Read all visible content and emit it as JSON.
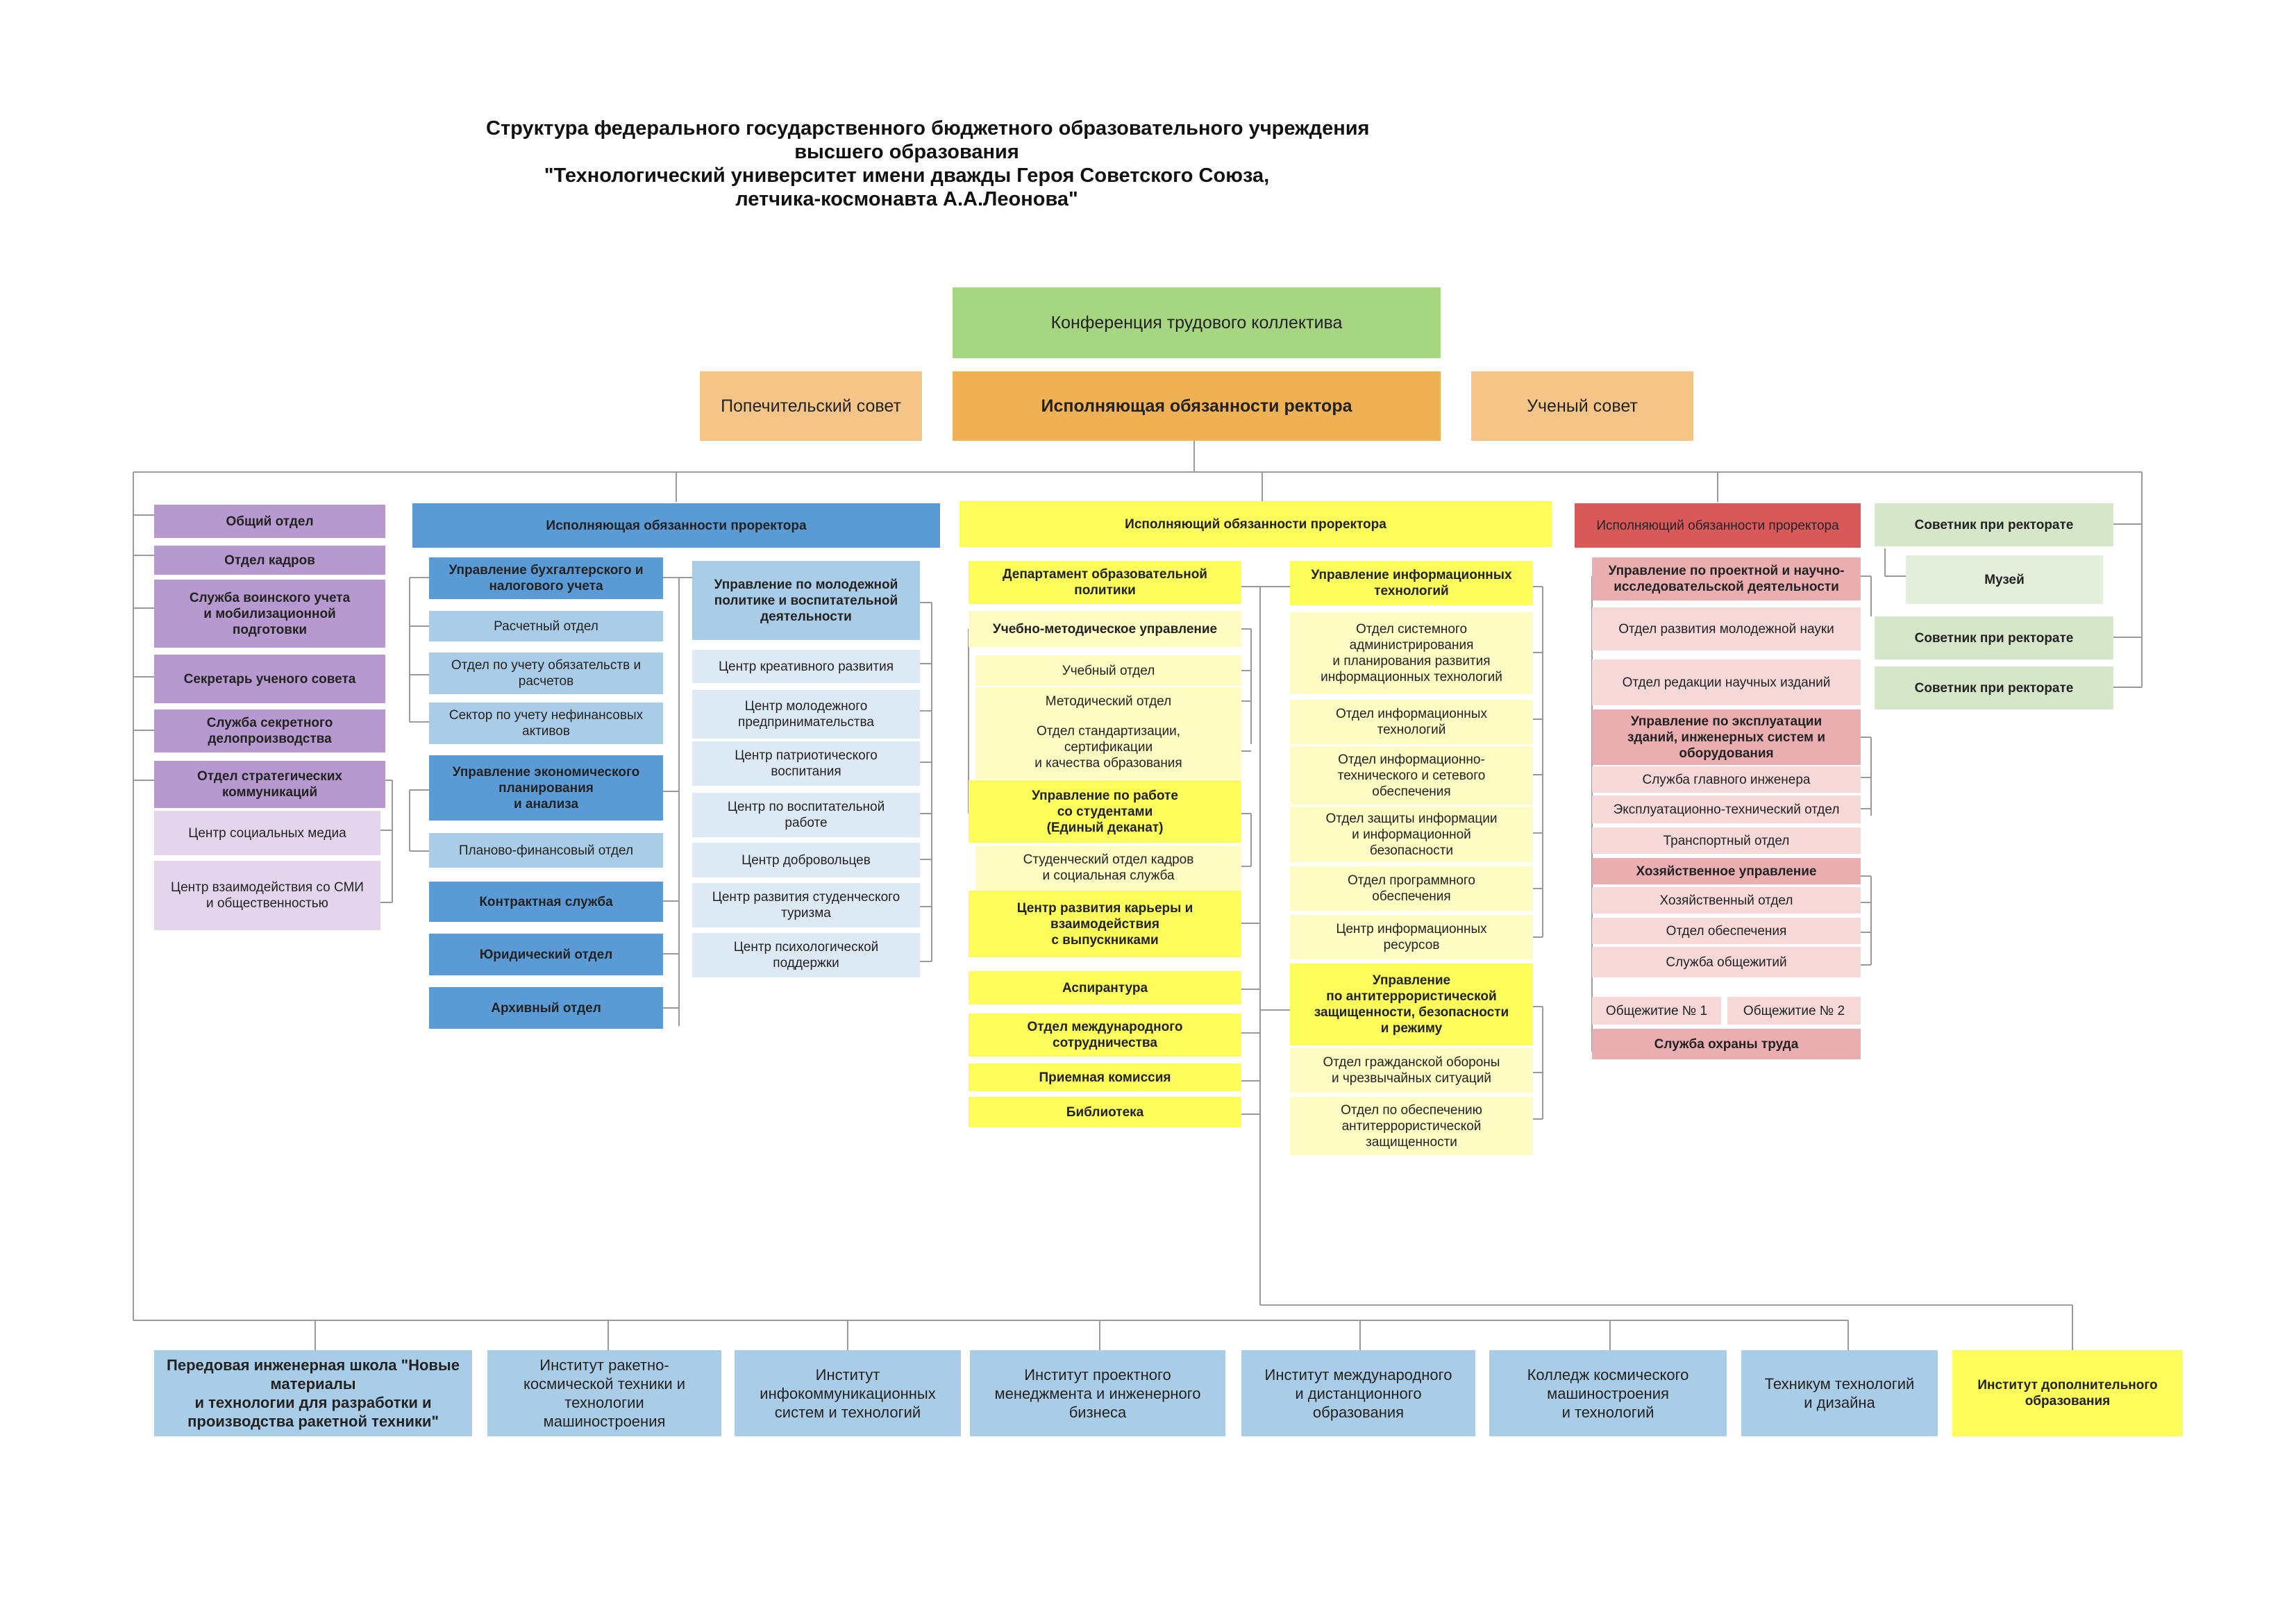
{
  "title": {
    "line1": "Структура федерального государственного бюджетного образовательного учреждения",
    "line2": "высшего образования",
    "line3": "\"Технологический университет имени дважды Героя Советского Союза,",
    "line4": "летчика-космонавта А.А.Леонова\""
  },
  "top": {
    "conference": "Конференция трудового коллектива",
    "trustees": "Попечительский совет",
    "rector": "Исполняющая обязанности ректора",
    "academic_council": "Ученый совет"
  },
  "left": {
    "items": [
      "Общий отдел",
      "Отдел кадров",
      "Служба воинского учета\nи мобилизационной\nподготовки",
      "Секретарь ученого совета",
      "Служба секретного\nделопроизводства",
      "Отдел стратегических\nкоммуникаций",
      "Центр социальных медиа",
      "Центр взаимодействия со СМИ\nи общественностью"
    ]
  },
  "vp1": {
    "header": "Исполняющая обязанности проректора",
    "accounting": "Управление бухгалтерского и\nналогового учета",
    "settlement": "Расчетный отдел",
    "obligations": "Отдел по учету обязательств и\nрасчетов",
    "nonfin": "Сектор по учету нефинансовых\nактивов",
    "econ": "Управление экономического\nпланирования\nи анализа",
    "planfin": "Планово-финансовый отдел",
    "contract": "Контрактная служба",
    "legal": "Юридический отдел",
    "archive": "Архивный отдел",
    "youth": "Управление по молодежной\nполитике и воспитательной\nдеятельности",
    "creative": "Центр креативного развития",
    "entrepreneur": "Центр молодежного\nпредпринимательства",
    "patriotic": "Центр патриотического\nвоспитания",
    "educational": "Центр по воспитательной\nработе",
    "volunteer": "Центр добровольцев",
    "tourism": "Центр развития студенческого\nтуризма",
    "psych": "Центр психологической\nподдержки"
  },
  "vp2": {
    "header": "Исполняющий обязанности проректора",
    "dept_edu": "Департамент образовательной\nполитики",
    "umu": "Учебно-методическое управление",
    "study": "Учебный отдел",
    "method": "Методический отдел",
    "standard": "Отдел стандартизации,\nсертификации\nи качества образования",
    "students_mgmt": "Управление по работе\nсо студентами\n(Единый деканат)",
    "stud_hr": "Студенческий отдел кадров\nи социальная служба",
    "career": "Центр развития карьеры и\nвзаимодействия\nс выпускниками",
    "aspirant": "Аспирантура",
    "intl": "Отдел международного\nсотрудничества",
    "admission": "Приемная комиссия",
    "library": "Библиотека",
    "it_mgmt": "Управление информационных\nтехнологий",
    "sys_admin": "Отдел системного\nадминистрирования\nи планирования развития\nинформационных технологий",
    "info_tech": "Отдел информационных\nтехнологий",
    "network": "Отдел информационно-\nтехнического и сетевого\nобеспечения",
    "infosec": "Отдел защиты информации\nи информационной\nбезопасности",
    "software": "Отдел программного\nобеспечения",
    "resources": "Центр информационных\nресурсов",
    "security": "Управление\nпо антитеррористической\nзащищенности, безопасности\nи режиму",
    "civil": "Отдел гражданской обороны\nи чрезвычайных ситуаций",
    "antiterror": "Отдел по обеспечению\nантитеррористической\nзащищенности"
  },
  "vp3": {
    "header": "Исполняющий обязанности проректора",
    "research": "Управление по проектной и научно-\nисследовательской деятельности",
    "youth_science": "Отдел развития молодежной науки",
    "publishing": "Отдел редакции научных изданий",
    "facilities": "Управление по эксплуатации\nзданий, инженерных систем и\nоборудования",
    "chief_eng": "Служба главного инженера",
    "ops": "Эксплуатационно-технический отдел",
    "transport": "Транспортный отдел",
    "household": "Хозяйственное управление",
    "hh_dept": "Хозяйственный отдел",
    "supply": "Отдел обеспечения",
    "dorm_service": "Служба общежитий",
    "dorm1": "Общежитие № 1",
    "dorm2": "Общежитие № 2",
    "labor": "Служба охраны труда"
  },
  "advisors": {
    "a1": "Советник при ректорате",
    "museum": "Музей",
    "a2": "Советник при ректорате",
    "a3": "Советник при ректорате"
  },
  "institutes": [
    "Передовая инженерная школа \"Новые\nматериалы\nи технологии для разработки и\nпроизводства ракетной техники\"",
    "Институт ракетно-\nкосмической техники и\nтехнологии\nмашиностроения",
    "Институт\nинфокоммуникационных\nсистем и технологий",
    "Институт проектного\nменеджмента и инженерного\nбизнеса",
    "Институт международного\nи дистанционного\nобразования",
    "Колледж космического\nмашиностроения\nи технологий",
    "Техникум технологий\nи дизайна",
    "Институт дополнительного\nобразования"
  ],
  "colors": {
    "green": "#a7d683",
    "orange": "#f4c586",
    "rector": "#f0b054",
    "purple": "#b699cf",
    "lilac": "#e3d6ec",
    "blue": "#5b9bd5",
    "lightblue": "#a9cde6",
    "paleblue": "#ddeaf6",
    "yellow": "#fcfc5a",
    "paleyellow": "#fdfcc2",
    "red": "#d9585a",
    "pink": "#eaaeb0",
    "palepink": "#f6d8d9",
    "sage": "#d5e7c8",
    "palesage": "#e3efda",
    "line": "#9a9a9a"
  }
}
